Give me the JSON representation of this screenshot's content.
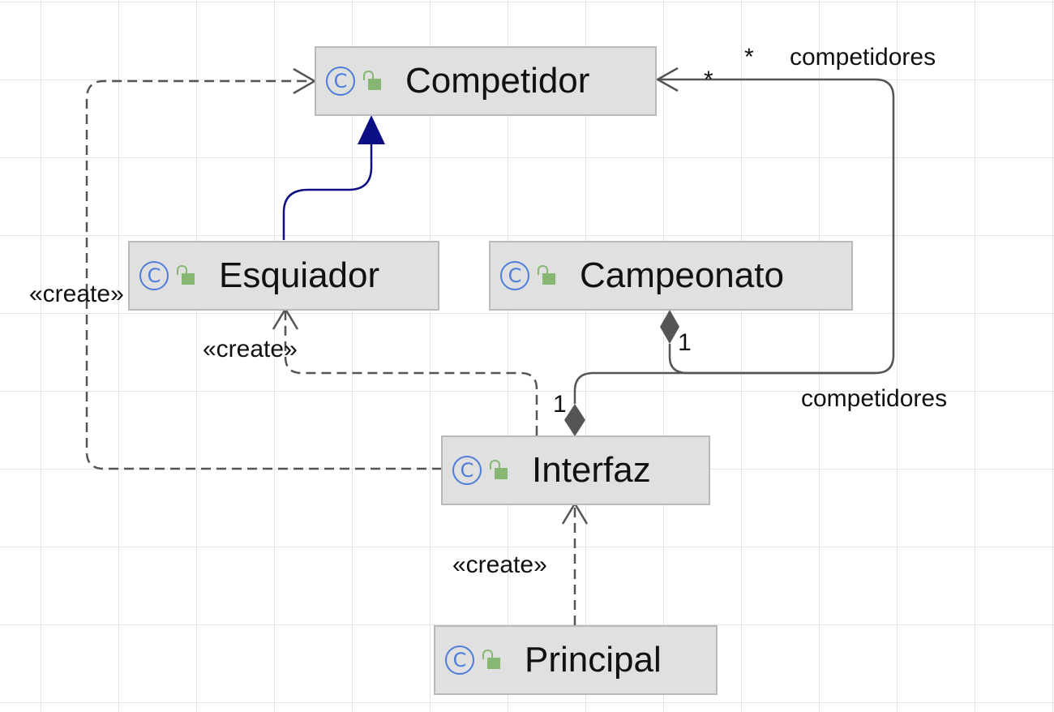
{
  "classes": {
    "competidor": {
      "name": "Competidor",
      "icon": "class-icon"
    },
    "esquiador": {
      "name": "Esquiador",
      "icon": "class-icon"
    },
    "campeonato": {
      "name": "Campeonato",
      "icon": "class-icon"
    },
    "interfaz": {
      "name": "Interfaz",
      "icon": "class-icon"
    },
    "principal": {
      "name": "Principal",
      "icon": "class-icon"
    }
  },
  "class_icon_glyph": "C",
  "labels": {
    "create_competidor": "«create»",
    "create_esquiador": "«create»",
    "create_interfaz": "«create»",
    "multiplicity_competidores_end": "*",
    "multiplicity_competidores_star": "*",
    "role_competidores_top": "competidores",
    "role_competidores_bottom": "competidores",
    "multiplicity_campeonato": "1",
    "multiplicity_interfaz": "1"
  },
  "colors": {
    "inheritance": "#0d0f84",
    "association": "#555555",
    "dependency": "#555555",
    "class_icon": "#4e7dd9",
    "lock_icon": "#86b874"
  }
}
